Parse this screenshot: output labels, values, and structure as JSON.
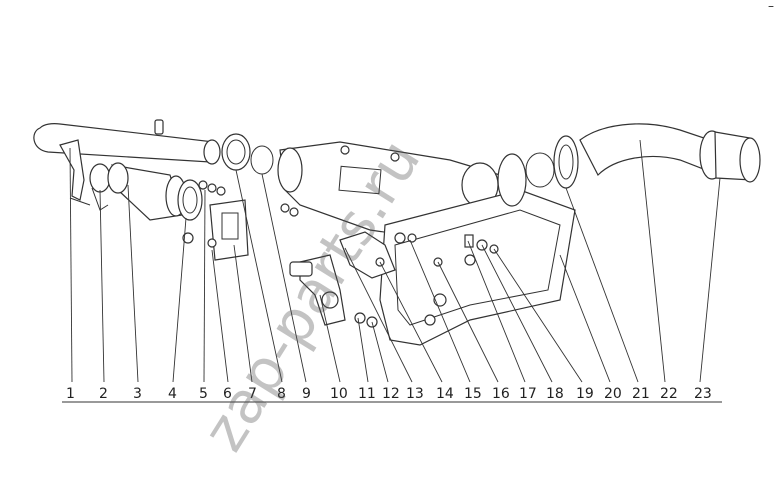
{
  "diagram": {
    "callouts": [
      "1",
      "2",
      "3",
      "4",
      "5",
      "6",
      "7",
      "8",
      "9",
      "10",
      "11",
      "12",
      "13",
      "14",
      "15",
      "16",
      "17",
      "18",
      "19",
      "20",
      "21",
      "22",
      "23"
    ],
    "watermark": "zap-parts.ru",
    "corner_mark": "–"
  }
}
